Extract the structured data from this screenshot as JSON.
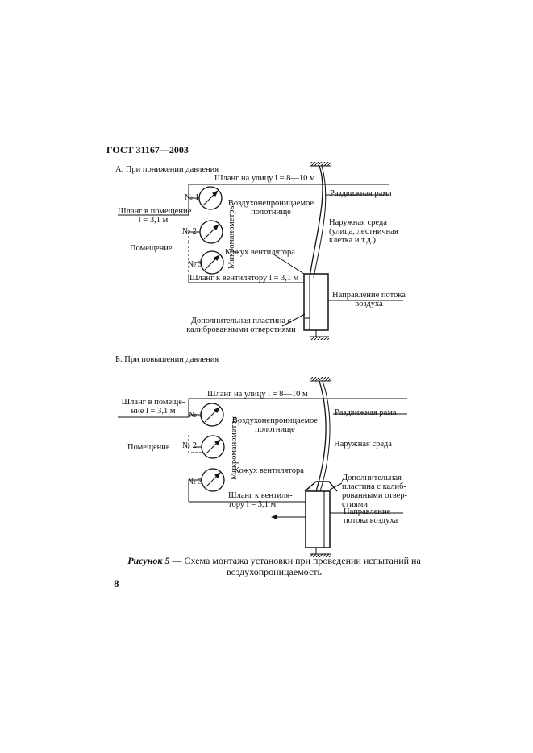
{
  "header": "ГОСТ 31167—2003",
  "section_a": {
    "title": "А. При понижении давления",
    "hose_street": "Шланг на улицу l = 8—10 м",
    "sliding_frame": "Раздвижная рама",
    "airtight_sheet": [
      "Воздухонепроницаемое",
      "полотнище"
    ],
    "outside": [
      "Наружная среда",
      "(улица, лестничная",
      "клетка и т.д.)"
    ],
    "hose_room": [
      "Шланг в помещение",
      "l = 3,1 м"
    ],
    "room": "Помещение",
    "gauge_1": "№ 1",
    "gauge_2": "№ 2",
    "gauge_3": "№ 3",
    "micromanometers": "Микроманометры",
    "fan_casing": "Кожух вентилятора",
    "hose_fan": "Шланг к вентилятору l = 3,1 м",
    "flow_direction": [
      "Направление потока",
      "воздуха"
    ],
    "extra_plate": [
      "Дополнительная пластина с",
      "калиброванными отверстиями"
    ]
  },
  "section_b": {
    "title": "Б. При повышении давления",
    "hose_street": "Шланг на улицу l = 8—10 м",
    "sliding_frame": "Раздвижная рама",
    "hose_room": [
      "Шланг в помеще-",
      "ние l = 3,1 м"
    ],
    "airtight_sheet": [
      "Воздухонепроницаемое",
      "полотнище"
    ],
    "room": "Помещение",
    "outside": "Наружная среда",
    "gauge_1": "№ 1",
    "gauge_2": "№ 2",
    "gauge_3": "№ 3",
    "micromanometers": "Микроманометры",
    "fan_casing": "Кожух вентилятора",
    "extra_plate": [
      "Дополнительная",
      "пластина с калиб-",
      "рованными отвер-",
      "стиями"
    ],
    "hose_fan": [
      "Шланг к вентиля-",
      "тору l = 3,1 м"
    ],
    "flow_direction": [
      "Направление",
      "потока воздуха"
    ]
  },
  "caption": {
    "label": "Рисунок 5",
    "text_line1": " — Схема монтажа установки при проведении испытаний на",
    "text_line2": "воздухопроницаемость"
  },
  "page_number": "8"
}
